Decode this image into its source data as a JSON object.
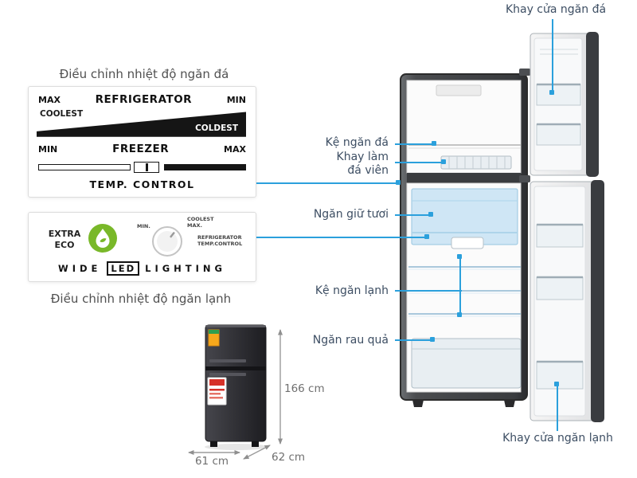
{
  "titles": {
    "freezer_control": "Điều chỉnh nhiệt độ ngăn đá",
    "fridge_control": "Điều chỉnh nhiệt độ ngăn lạnh"
  },
  "panel1": {
    "max_left": "MAX",
    "refrigerator": "REFRIGERATOR",
    "min_right": "MIN",
    "coolest": "COOLEST",
    "coldest": "COLDEST",
    "min_left": "MIN",
    "freezer": "FREEZER",
    "max_right": "MAX",
    "temp_control": "TEMP. CONTROL"
  },
  "panel2": {
    "extra": "EXTRA",
    "eco": "ECO",
    "dial_min": "MIN.",
    "dial_coolest": "COOLEST",
    "dial_max": "MAX.",
    "refrigerator": "REFRIGERATOR",
    "temp_control": "TEMP.CONTROL",
    "wide": "WIDE",
    "led": "LED",
    "lighting": "LIGHTING"
  },
  "callouts": {
    "freezer_door_tray": "Khay cửa ngăn đá",
    "freezer_shelf": "Kệ ngăn đá",
    "ice_tray_line1": "Khay làm",
    "ice_tray_line2": "đá viên",
    "fresh_keeper": "Ngăn giữ tươi",
    "fridge_shelf": "Kệ ngăn lạnh",
    "vegetable_box": "Ngăn rau quả",
    "fridge_door_tray": "Khay cửa ngăn lạnh"
  },
  "dimensions": {
    "height": "166 cm",
    "width": "61 cm",
    "depth": "62 cm"
  },
  "colors": {
    "callout_line": "#2ba0dc",
    "callout_text": "#3d4e63",
    "eco_green": "#79b829"
  }
}
